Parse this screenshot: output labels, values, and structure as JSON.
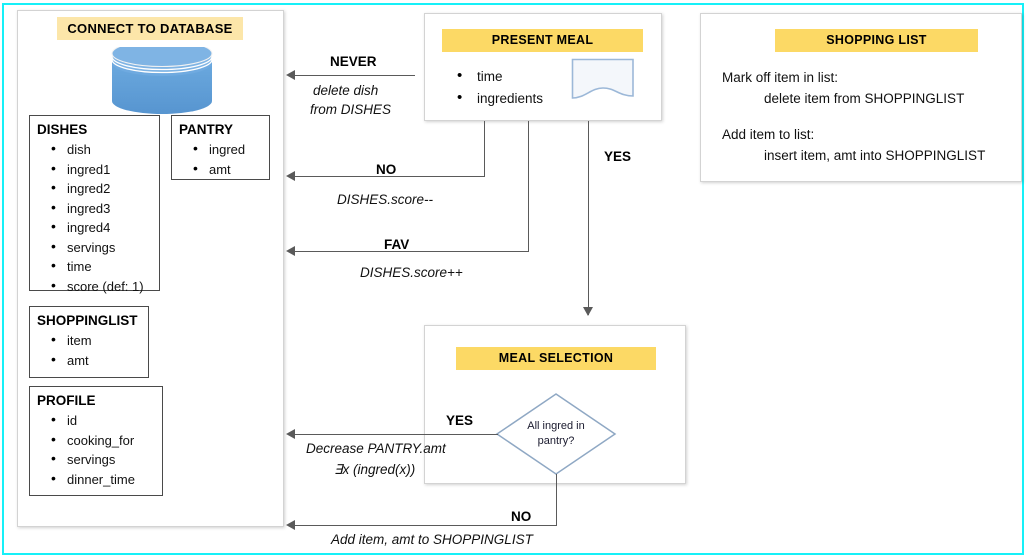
{
  "frame": {
    "border_color": "#16F0F8"
  },
  "connect_panel": {
    "header": "CONNECT TO DATABASE",
    "header_color": "#FCE6A9",
    "db_icon": "database-cylinder-icon",
    "db_color": "#5B9BD5",
    "tables": [
      {
        "name": "DISHES",
        "fields": [
          "dish",
          "ingred1",
          "ingred2",
          "ingred3",
          "ingred4",
          "servings",
          "time",
          "score (def: 1)"
        ]
      },
      {
        "name": "PANTRY",
        "fields": [
          "ingred",
          "amt"
        ]
      },
      {
        "name": "SHOPPINGLIST",
        "fields": [
          "item",
          "amt"
        ]
      },
      {
        "name": "PROFILE",
        "fields": [
          "id",
          "cooking_for",
          "servings",
          "dinner_time"
        ]
      }
    ]
  },
  "present_meal": {
    "header": "PRESENT MEAL",
    "header_color": "#FCD965",
    "items": [
      "time",
      "ingredients"
    ],
    "doc_icon": "document-shape-icon"
  },
  "shopping_list": {
    "header": "SHOPPING LIST",
    "header_color": "#FCD965",
    "lines": [
      {
        "text": "Mark off item in list:",
        "indent": false
      },
      {
        "text": "delete item from SHOPPINGLIST",
        "indent": true
      },
      {
        "text": "Add item to list:",
        "indent": false
      },
      {
        "text": "insert item, amt into SHOPPINGLIST",
        "indent": true
      }
    ]
  },
  "meal_selection": {
    "header": "MEAL SELECTION",
    "header_color": "#FCD965",
    "decision": {
      "line1": "All ingred in",
      "line2": "pantry?"
    }
  },
  "flows": {
    "never": {
      "label": "NEVER",
      "action_line1": "delete dish",
      "action_line2": "from DISHES"
    },
    "no_score_down": {
      "label": "NO",
      "action": "DISHES.score--"
    },
    "fav": {
      "label": "FAV",
      "action": "DISHES.score++"
    },
    "yes_to_selection": {
      "label": "YES"
    },
    "yes_pantry": {
      "label": "YES",
      "action_line1": "Decrease PANTRY.amt",
      "action_line2": "∃x (ingred(x))"
    },
    "no_pantry": {
      "label": "NO",
      "action": "Add item, amt to SHOPPINGLIST"
    }
  }
}
